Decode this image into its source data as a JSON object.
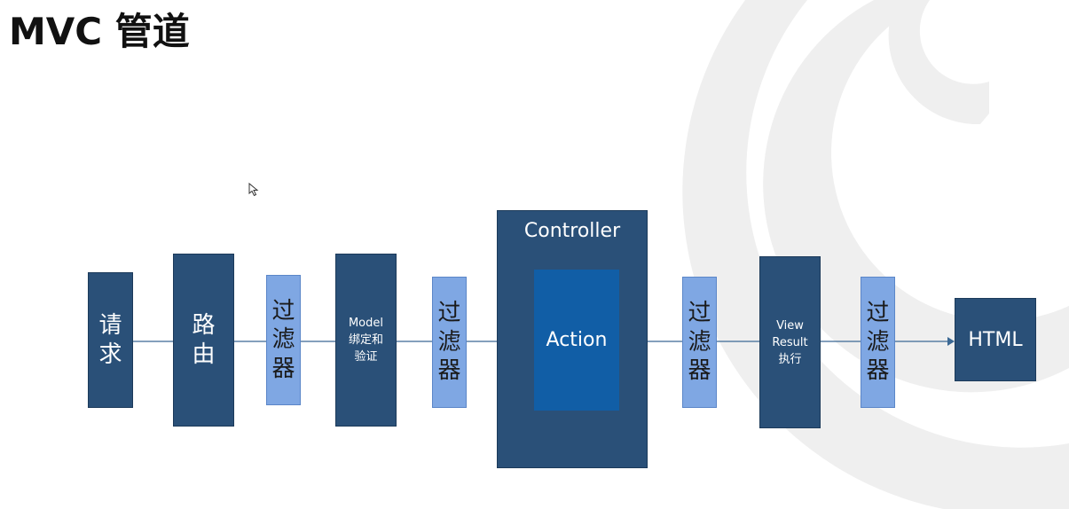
{
  "slide": {
    "title": "MVC 管道"
  },
  "diagram": {
    "request": "请求",
    "routing": "路由",
    "filter_1": "过滤器",
    "model_binding": "Model\n绑定和\n验证",
    "filter_2": "过滤器",
    "controller": "Controller",
    "action": "Action",
    "filter_3": "过滤器",
    "view_result": "View\nResult\n执行",
    "filter_4": "过滤器",
    "output": "HTML"
  },
  "colors": {
    "dark_box": "#2a5078",
    "filter_box": "#7fa7e3",
    "action_box": "#115ea6",
    "connector": "#3b6894",
    "bg_arc": "#efefef"
  }
}
